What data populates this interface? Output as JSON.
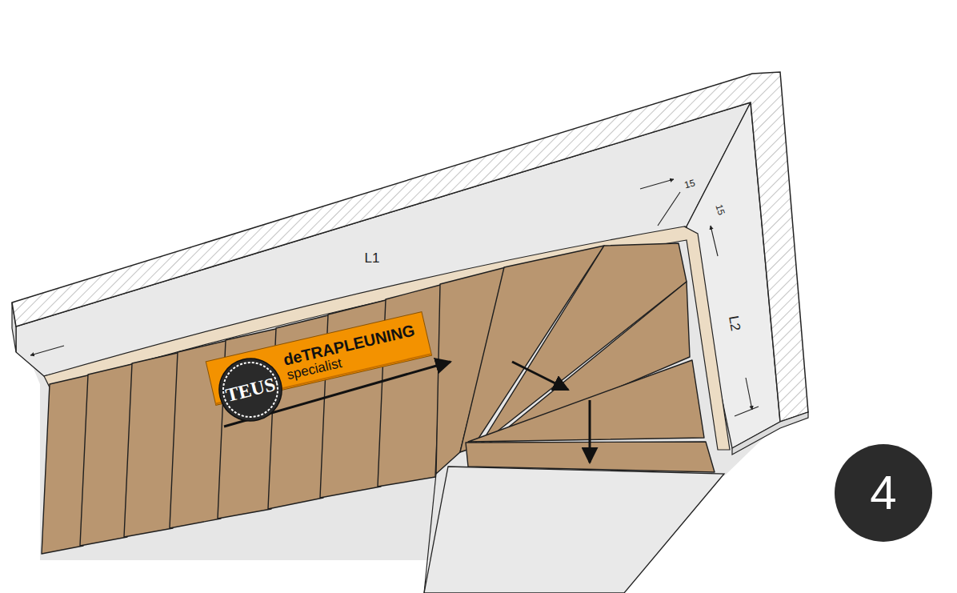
{
  "diagram": {
    "nodes": [
      {
        "text": [
          "TEUS"
        ]
      },
      {
        "text": [
          "deTRAPLEUNING",
          "specialist"
        ]
      },
      {
        "text": [
          "4"
        ]
      }
    ],
    "labels": [
      "L1",
      "15",
      "15",
      "L2"
    ]
  }
}
